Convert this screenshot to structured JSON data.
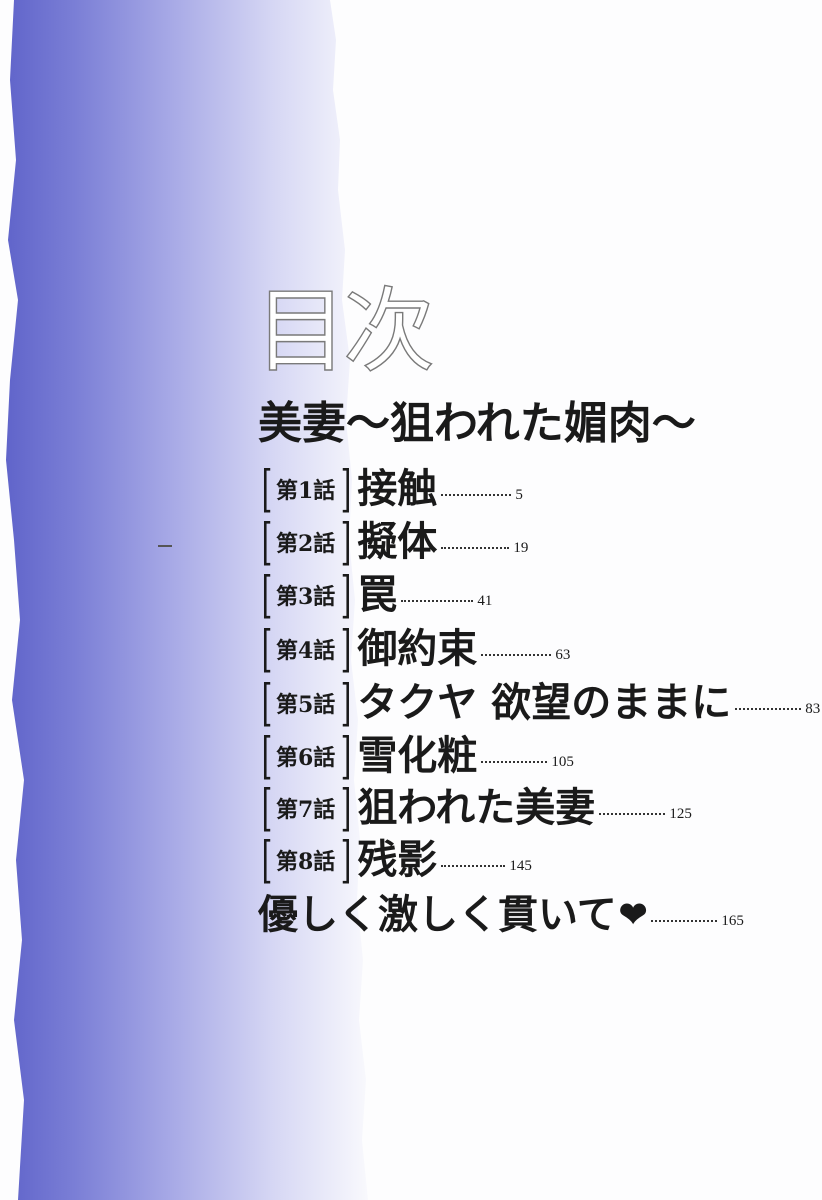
{
  "toc": {
    "heading": "目次",
    "story_title": "美妻〜狙われた媚肉〜",
    "entries": [
      {
        "badge": "第1話",
        "title": "接触",
        "page": "5"
      },
      {
        "badge": "第2話",
        "title": "擬体",
        "page": "19"
      },
      {
        "badge": "第3話",
        "title": "罠",
        "page": "41"
      },
      {
        "badge": "第4話",
        "title": "御約束",
        "page": "63"
      },
      {
        "badge": "第5話",
        "title": "タクヤ 欲望のままに",
        "page": "83"
      },
      {
        "badge": "第6話",
        "title": "雪化粧",
        "page": "105"
      },
      {
        "badge": "第7話",
        "title": "狙われた美妻",
        "page": "125"
      },
      {
        "badge": "第8話",
        "title": "残影",
        "page": "145"
      }
    ],
    "extra": {
      "title": "優しく激しく貫いて",
      "page": "165",
      "icon": "heart-icon"
    }
  },
  "colors": {
    "band": "#6a6ecf",
    "text": "#1a1a1a"
  }
}
